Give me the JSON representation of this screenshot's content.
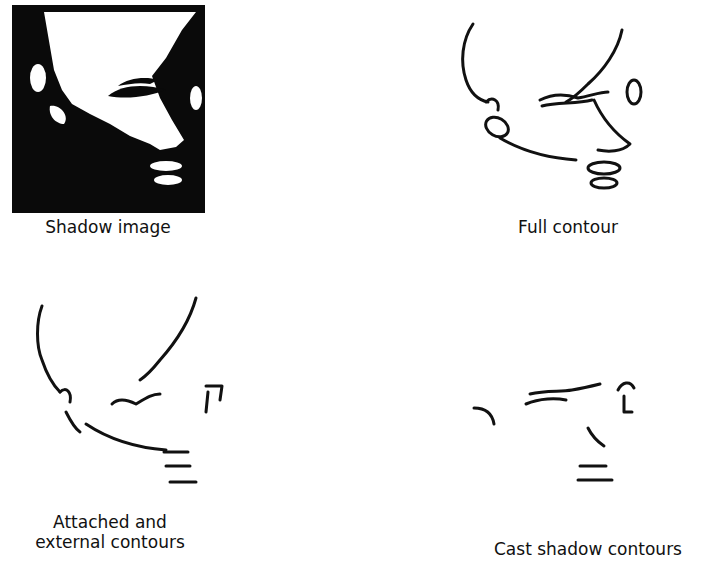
{
  "diagram": {
    "labels": [
      "Shadow image",
      "Full contour",
      "Attached and external contours",
      "Cast shadow contours"
    ]
  }
}
